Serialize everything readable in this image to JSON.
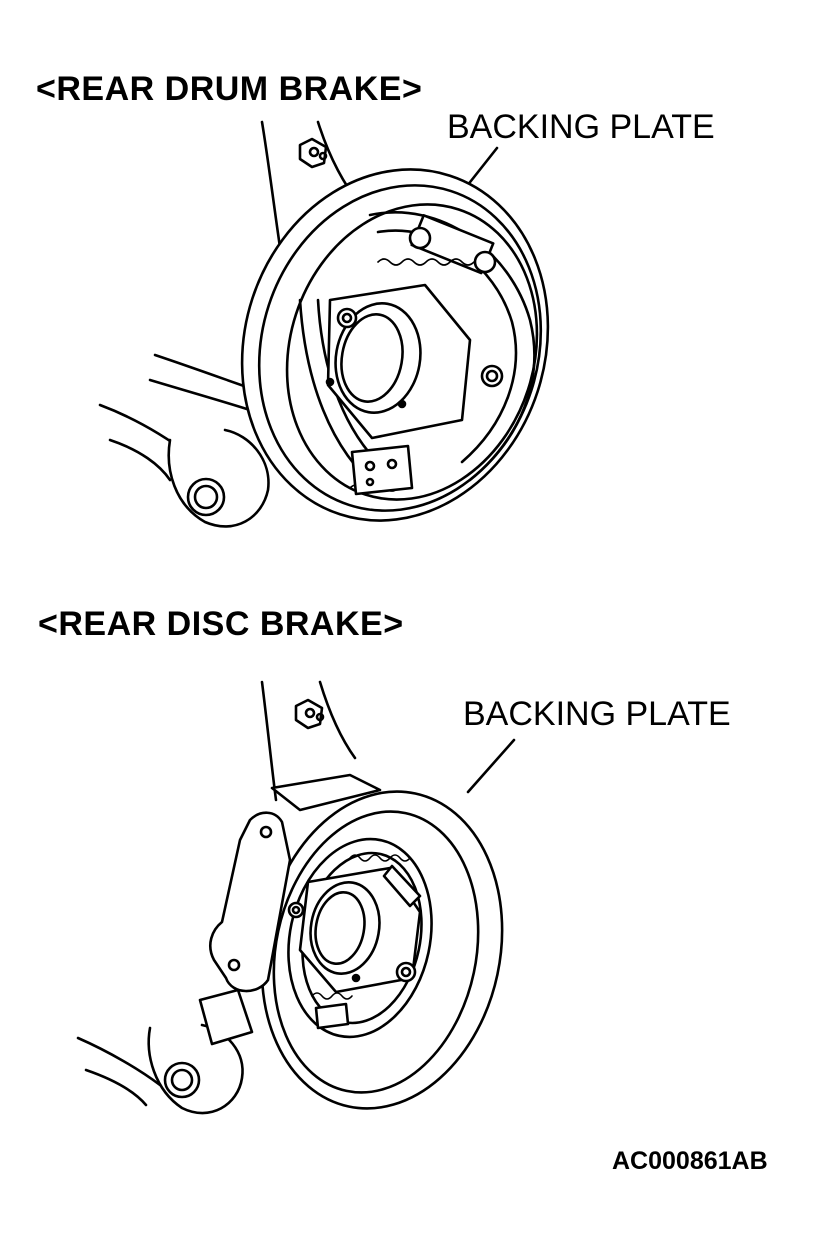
{
  "drum_section": {
    "heading": "<REAR DRUM BRAKE>",
    "callout": "BACKING PLATE"
  },
  "disc_section": {
    "heading": "<REAR DISC BRAKE>",
    "callout": "BACKING PLATE"
  },
  "figure_code": "AC000861AB"
}
